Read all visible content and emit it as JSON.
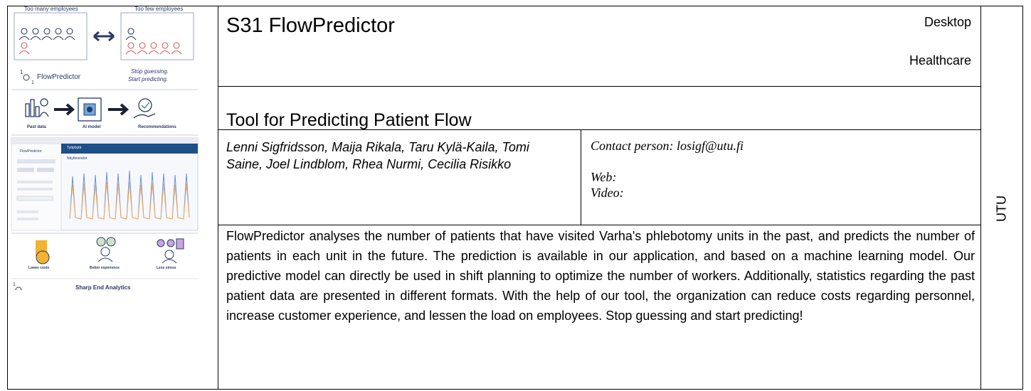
{
  "poster": {
    "too_many_label": "Too many employees",
    "too_few_label": "Too few employees",
    "brand": "FlowPredictor",
    "tagline_line1": "Stop guessing.",
    "tagline_line2": "Start predicting.",
    "flow_labels": [
      "Past data",
      "AI model",
      "Recommendations"
    ],
    "app_header": "FlowPredictor",
    "app_tab": "Työpöytä",
    "app_chart_title": "Näyttesnutot",
    "benefits": [
      "Lower costs",
      "Better experience",
      "Less stress"
    ],
    "company": "Sharp End Analytics",
    "colors": {
      "navy": "#2b3a67",
      "red": "#e05a5a",
      "chart_blue": "#5b8bd9",
      "chart_orange": "#f0a65a"
    }
  },
  "header": {
    "title": "S31 FlowPredictor",
    "platform": "Desktop",
    "category": "Healthcare"
  },
  "subtitle": "Tool for Predicting Patient Flow",
  "authors": "Lenni Sigfridsson, Maija Rikala, Taru Kylä-Kaila, Tomi Saine, Joel Lindblom, Rhea Nurmi, Cecilia Risikko",
  "contact": {
    "person": "Contact person: losigf@utu.fi",
    "web": "Web:",
    "video": "Video:"
  },
  "description": "FlowPredictor analyses the number of patients that have visited Varha's phlebotomy units in the past, and predicts the number of patients in each unit in the future. The prediction is available in our application, and based on a machine learning model. Our predictive model can directly be used in shift planning to optimize the number of workers. Additionally, statistics regarding the past patient data are presented in different formats.   With the help of our tool, the organization can reduce costs regarding personnel, increase customer experience, and lessen the load on employees. Stop guessing and start predicting!",
  "side_label": "UTU"
}
